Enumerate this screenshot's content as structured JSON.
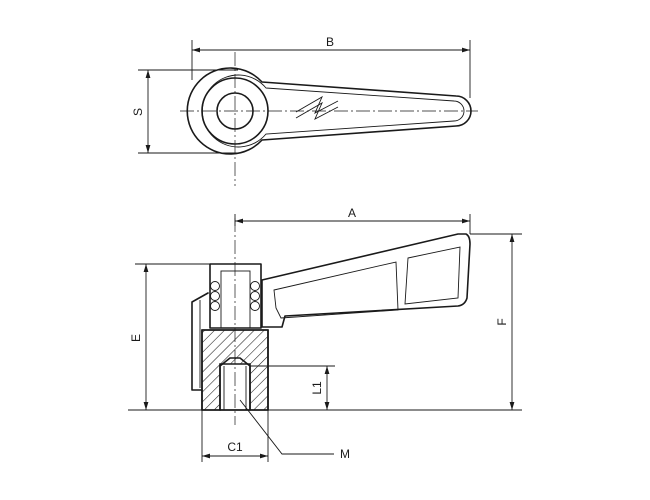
{
  "labels": {
    "B": "B",
    "S": "S",
    "A": "A",
    "E": "E",
    "F": "F",
    "L1": "L1",
    "C1": "C1",
    "M": "M"
  }
}
